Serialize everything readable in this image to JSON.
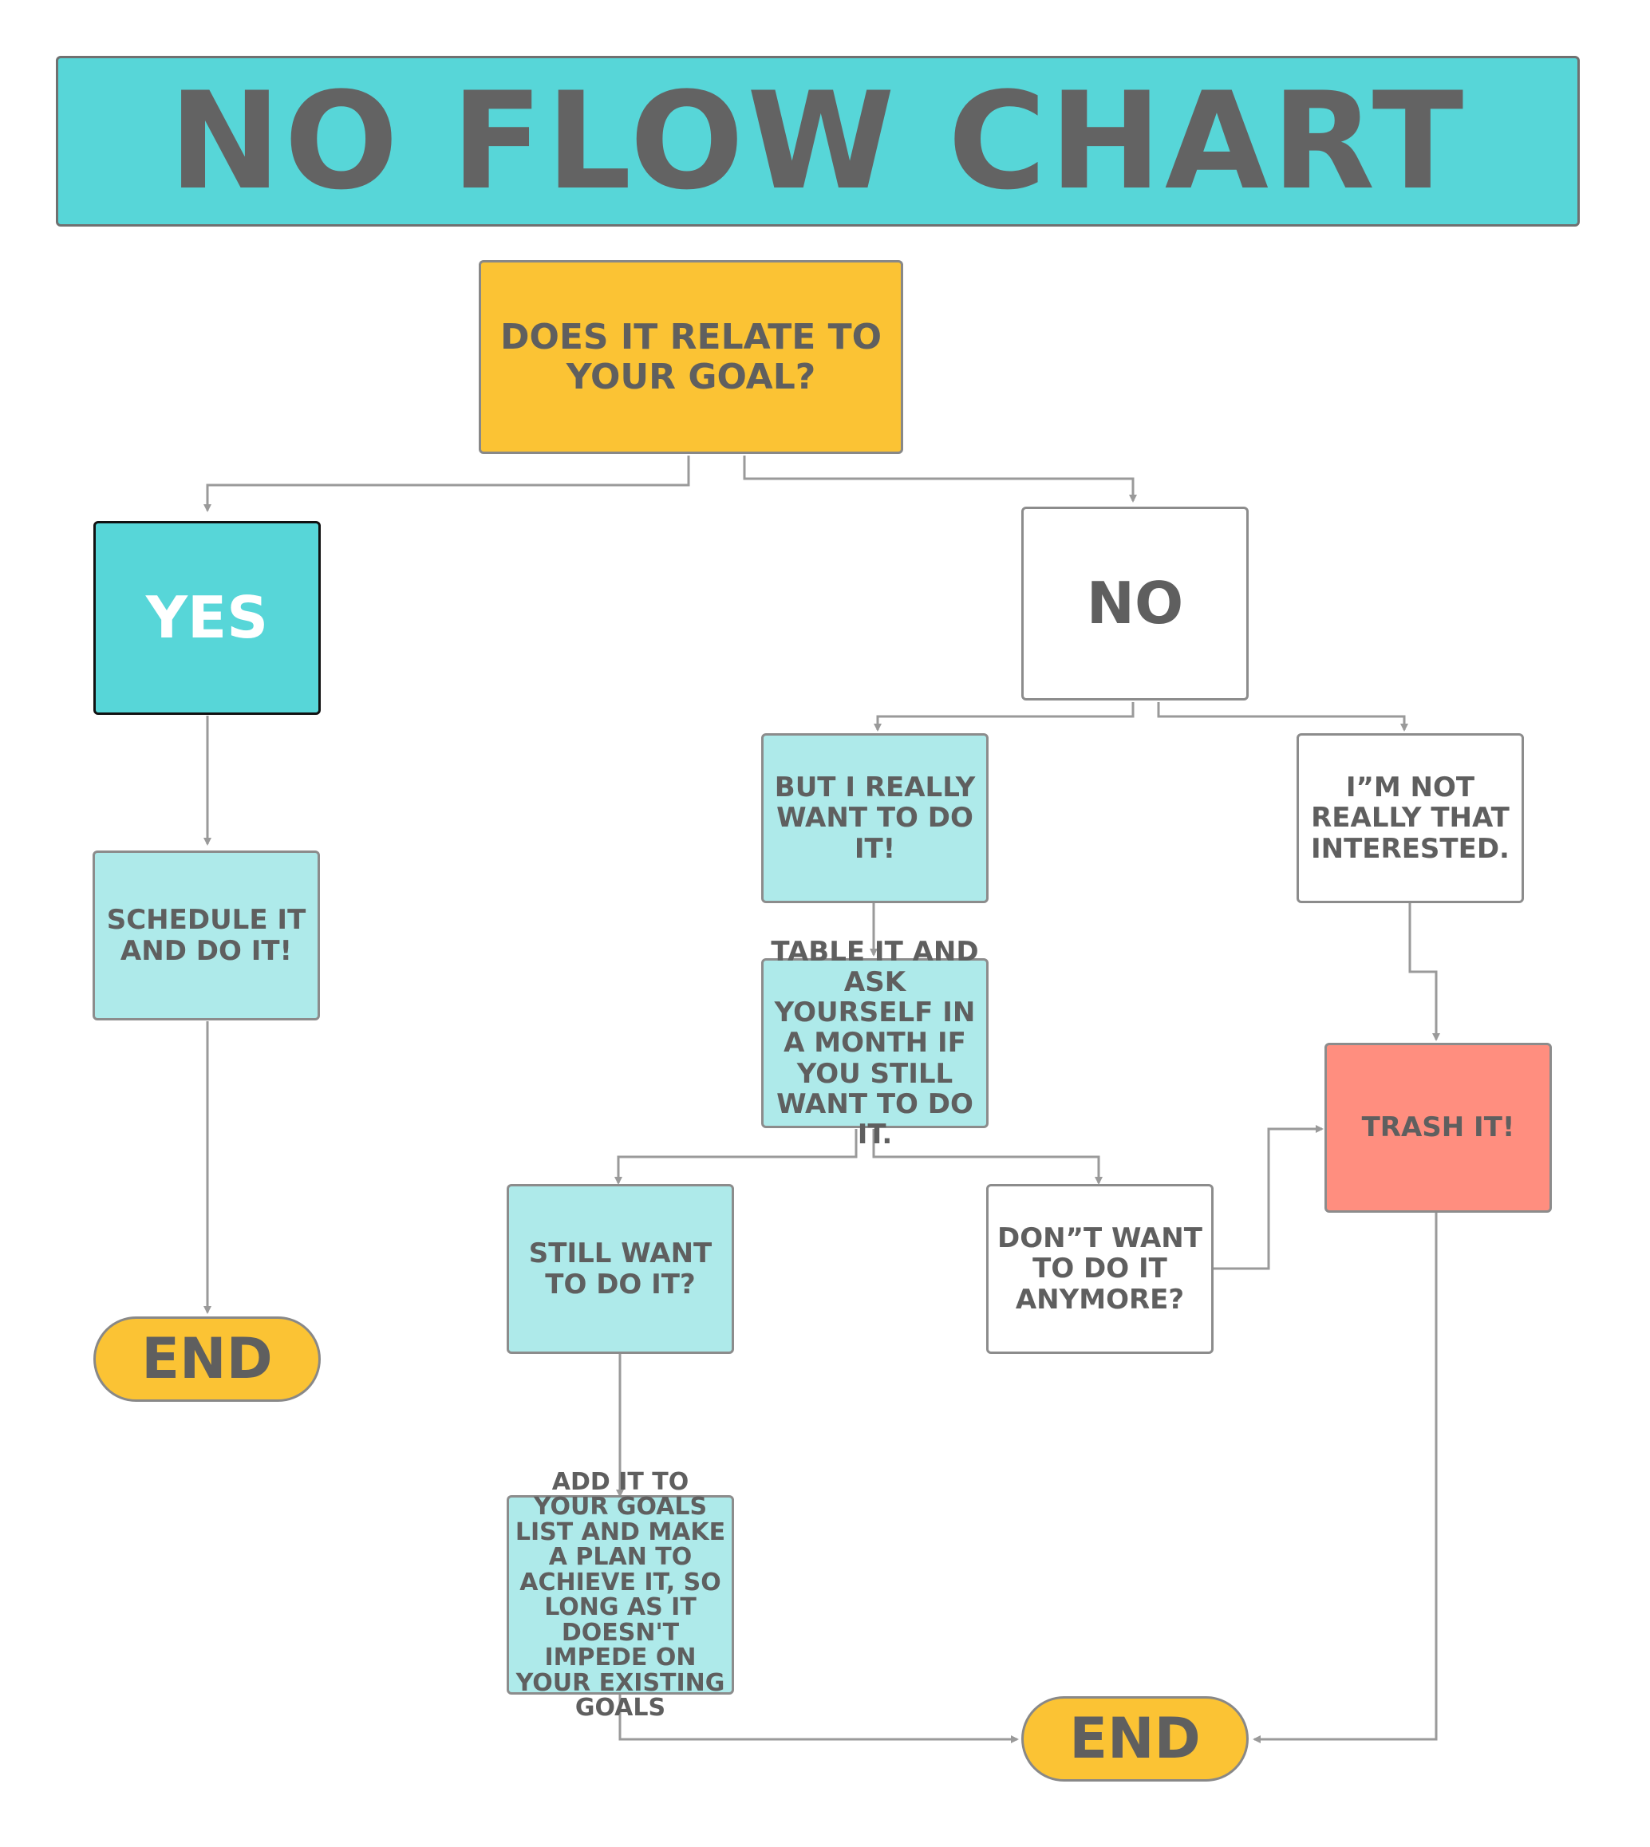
{
  "title": "NO FLOW CHART",
  "nodes": {
    "question": "DOES IT RELATE TO YOUR GOAL?",
    "yes": "YES",
    "no": "NO",
    "schedule": "SCHEDULE IT AND DO IT!",
    "end_left": "END",
    "really_want": "BUT I REALLY WANT TO DO IT!",
    "not_interested": "I”M NOT REALLY THAT INTERESTED.",
    "table_it": "TABLE IT AND ASK YOURSELF IN A MONTH IF YOU STILL WANT TO DO IT.",
    "still_want": "STILL WANT TO DO IT?",
    "dont_want": "DON”T WANT TO DO IT ANYMORE?",
    "trash": "TRASH IT!",
    "add_goal": "ADD IT TO YOUR GOALS LIST AND MAKE A PLAN TO ACHIEVE IT, SO LONG AS IT DOESN'T IMPEDE ON YOUR EXISTING GOALS",
    "end_bottom": "END"
  },
  "colors": {
    "title_bg": "#57d6d8",
    "question_bg": "#fbc334",
    "yes_bg": "#57d6d8",
    "light_teal": "#aeeaea",
    "trash_bg": "#ff8e7f",
    "end_bg": "#fbc334",
    "text": "#5f5f5f",
    "connector": "#9a9a9a"
  }
}
